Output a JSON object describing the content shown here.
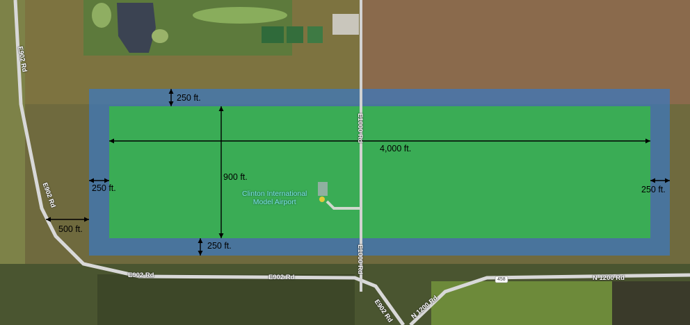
{
  "dimensions": {
    "top_buffer": "250 ft.",
    "bottom_buffer": "250 ft.",
    "left_buffer": "250 ft.",
    "right_buffer": "250 ft.",
    "field_length": "4,000 ft.",
    "field_width": "900 ft.",
    "road_setback": "500 ft."
  },
  "poi": {
    "line1": "Clinton International",
    "line2": "Model Airport"
  },
  "roads": {
    "e902_left_top": "E902 Rd",
    "e902_left_mid": "E902 Rd",
    "e902_bottom_a": "E902 Rd",
    "e902_bottom_b": "E902 Rd",
    "e902_diag": "E902 Rd",
    "e1000_north": "E1000 Rd",
    "e1000_south": "E1000 Rd",
    "n1200_diag": "N 1200 Rd",
    "n1200_east": "N 1200 Rd",
    "shield": "458"
  },
  "colors": {
    "buffer_zone": "#3a78c0",
    "flying_field": "#34c23a",
    "dimension_line": "#000000"
  }
}
